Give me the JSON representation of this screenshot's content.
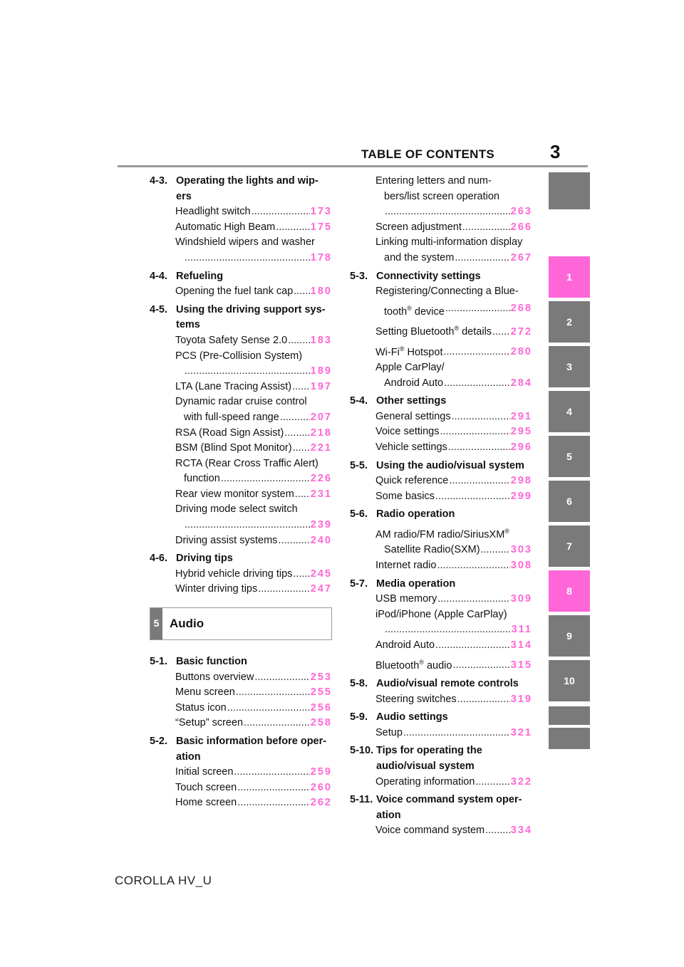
{
  "header": {
    "title": "TABLE OF CONTENTS",
    "page": "3"
  },
  "left": {
    "s43": {
      "num": "4-3.",
      "title": "Operating the lights and wip-ers"
    },
    "headlight": {
      "label": "Headlight switch",
      "page": "173"
    },
    "ahb": {
      "label": "Automatic High Beam",
      "page": "175"
    },
    "wipers": {
      "label1": "Windshield wipers and washer",
      "page": "178"
    },
    "s44": {
      "num": "4-4.",
      "title": "Refueling"
    },
    "fuel": {
      "label": "Opening the fuel tank cap",
      "page": "180"
    },
    "s45": {
      "num": "4-5.",
      "title": "Using the driving support sys-tems"
    },
    "tss": {
      "label": "Toyota Safety Sense 2.0",
      "page": "183"
    },
    "pcs": {
      "label1": "PCS (Pre-Collision System)",
      "page": "189"
    },
    "lta": {
      "label": "LTA (Lane Tracing Assist)",
      "page": "197"
    },
    "drcc": {
      "label1": "Dynamic radar cruise control",
      "label2": "with full-speed range",
      "page": "207"
    },
    "rsa": {
      "label": "RSA (Road Sign Assist)",
      "page": "218"
    },
    "bsm": {
      "label": "BSM (Blind Spot Monitor)",
      "page": "221"
    },
    "rcta": {
      "label1": "RCTA (Rear Cross Traffic Alert)",
      "label2": "function",
      "page": "226"
    },
    "rvm": {
      "label": "Rear view monitor system",
      "page": "231"
    },
    "dmode": {
      "label1": "Driving mode select switch",
      "page": "239"
    },
    "das": {
      "label": "Driving assist systems",
      "page": "240"
    },
    "s46": {
      "num": "4-6.",
      "title": "Driving tips"
    },
    "hybrid": {
      "label": "Hybrid vehicle driving tips",
      "page": "245"
    },
    "winter": {
      "label": "Winter driving tips",
      "page": "247"
    },
    "audio": {
      "num": "5",
      "title": "Audio"
    },
    "s51": {
      "num": "5-1.",
      "title": "Basic function"
    },
    "buttons": {
      "label": "Buttons overview",
      "page": "253"
    },
    "menu": {
      "label": "Menu screen",
      "page": "255"
    },
    "status": {
      "label": "Status icon",
      "page": "256"
    },
    "setup": {
      "label": "“Setup” screen",
      "page": "258"
    },
    "s52": {
      "num": "5-2.",
      "title": "Basic information before oper-ation"
    },
    "initial": {
      "label": "Initial screen",
      "page": "259"
    },
    "touch": {
      "label": "Touch screen",
      "page": "260"
    },
    "home": {
      "label": "Home screen",
      "page": "262"
    }
  },
  "right": {
    "entering": {
      "label1": "Entering letters and num-",
      "label2": "bers/list screen operation",
      "page": "263"
    },
    "screenadj": {
      "label": "Screen adjustment",
      "page": "266"
    },
    "linking": {
      "label1": "Linking multi-information display",
      "label2": "and the system",
      "page": "267"
    },
    "s53": {
      "num": "5-3.",
      "title": "Connectivity settings"
    },
    "bt": {
      "label1": "Registering/Connecting a Blue-",
      "label2": "tooth",
      "label2b": " device",
      "page": "268"
    },
    "btset": {
      "label": "Setting Bluetooth",
      "label_b": " details",
      "page": "272"
    },
    "wifi": {
      "label": "Wi-Fi",
      "label_b": " Hotspot",
      "page": "280"
    },
    "carplay": {
      "label1": "Apple CarPlay/",
      "label2": "Android Auto",
      "page": "284"
    },
    "s54": {
      "num": "5-4.",
      "title": "Other settings"
    },
    "general": {
      "label": "General settings",
      "page": "291"
    },
    "voice": {
      "label": "Voice settings",
      "page": "295"
    },
    "vehicle": {
      "label": "Vehicle settings",
      "page": "296"
    },
    "s55": {
      "num": "5-5.",
      "title": "Using the audio/visual system"
    },
    "quick": {
      "label": "Quick reference",
      "page": "298"
    },
    "basics": {
      "label": "Some basics",
      "page": "299"
    },
    "s56": {
      "num": "5-6.",
      "title": "Radio operation"
    },
    "am": {
      "label1": "AM radio/FM radio/SiriusXM",
      "label2": "Satellite Radio(SXM)",
      "page": "303"
    },
    "internet": {
      "label": "Internet radio",
      "page": "308"
    },
    "s57": {
      "num": "5-7.",
      "title": "Media operation"
    },
    "usb": {
      "label": "USB memory",
      "page": "309"
    },
    "ipod": {
      "label1": "iPod/iPhone (Apple CarPlay)",
      "page": "311"
    },
    "aa": {
      "label": "Android Auto",
      "page": "314"
    },
    "btaudio": {
      "label": "Bluetooth",
      "label_b": " audio",
      "page": "315"
    },
    "s58": {
      "num": "5-8.",
      "title": "Audio/visual remote controls"
    },
    "steering": {
      "label": "Steering switches",
      "page": "319"
    },
    "s59": {
      "num": "5-9.",
      "title": "Audio settings"
    },
    "setup2": {
      "label": "Setup",
      "page": "321"
    },
    "s510": {
      "num": "5-10.",
      "title": "Tips for operating the audio/visual system"
    },
    "opinfo": {
      "label": "Operating information",
      "page": "322"
    },
    "s511": {
      "num": "5-11.",
      "title": "Voice command system oper-ation"
    },
    "vcs": {
      "label": "Voice command system",
      "page": "334"
    }
  },
  "reg": "®",
  "tabs": [
    {
      "label": "",
      "color": "#7a7a7a"
    },
    {
      "label": "1",
      "color": "#ff66d8"
    },
    {
      "label": "2",
      "color": "#7a7a7a"
    },
    {
      "label": "3",
      "color": "#7a7a7a"
    },
    {
      "label": "4",
      "color": "#7a7a7a"
    },
    {
      "label": "5",
      "color": "#7a7a7a"
    },
    {
      "label": "6",
      "color": "#7a7a7a"
    },
    {
      "label": "7",
      "color": "#7a7a7a"
    },
    {
      "label": "8",
      "color": "#ff66d8"
    },
    {
      "label": "9",
      "color": "#7a7a7a"
    },
    {
      "label": "10",
      "color": "#7a7a7a"
    },
    {
      "label": "",
      "color": "#7a7a7a"
    },
    {
      "label": "",
      "color": "#7a7a7a"
    }
  ],
  "footer": "COROLLA HV_U"
}
